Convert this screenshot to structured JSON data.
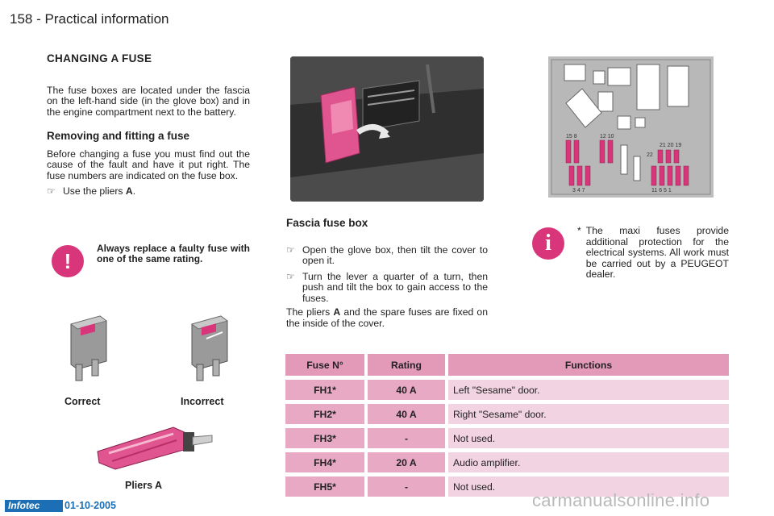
{
  "header": {
    "page_number": "158",
    "separator": " - ",
    "title": "Practical information"
  },
  "changing": {
    "heading": "CHANGING A FUSE",
    "intro": "The fuse boxes are located under the fascia on the left-hand side (in the glove box) and in the engine compartment next to the battery."
  },
  "removing": {
    "heading": "Removing and fitting a fuse",
    "text": "Before changing a fuse you must find out the cause of the fault and have it put right. The fuse numbers are indicated on the fuse box.",
    "bullet_prefix": "Use the pliers ",
    "bullet_bold": "A",
    "bullet_suffix": "."
  },
  "warning": {
    "icon": "!",
    "text": "Always replace a faulty fuse with one of the same rating."
  },
  "captions": {
    "correct": "Correct",
    "incorrect": "Incorrect",
    "pliers": "Pliers A"
  },
  "fascia": {
    "heading": "Fascia fuse box",
    "bullets": [
      "Open the glove box, then tilt the cover to open it.",
      "Turn the lever a quarter of a turn, then push and tilt the box to gain access to the fuses."
    ],
    "pliers_prefix": "The pliers ",
    "pliers_bold": "A",
    "pliers_suffix": " and the spare fuses are fixed on the inside of the cover."
  },
  "note": {
    "icon": "i",
    "star": "*",
    "text": "The maxi fuses provide additional protection for the electrical systems. All work must be carried out by a PEUGEOT dealer."
  },
  "diagram_labels": {
    "top_left": "15 8",
    "top_mid": "12 10",
    "top_right": "21 20 19",
    "mid": "22",
    "bottom_left": "3 4 7",
    "bottom_right": "11 6 5 1"
  },
  "table": {
    "headers": [
      "Fuse N°",
      "Rating",
      "Functions"
    ],
    "rows": [
      {
        "fuse": "FH1*",
        "rating": "40 A",
        "function": "Left \"Sesame\" door."
      },
      {
        "fuse": "FH2*",
        "rating": "40 A",
        "function": "Right \"Sesame\" door."
      },
      {
        "fuse": "FH3*",
        "rating": "-",
        "function": "Not used."
      },
      {
        "fuse": "FH4*",
        "rating": "20 A",
        "function": "Audio amplifier."
      },
      {
        "fuse": "FH5*",
        "rating": "-",
        "function": "Not used."
      }
    ]
  },
  "footer": {
    "logo": "Infotec",
    "date": "01-10-2005",
    "watermark": "carmanualsonline.info"
  },
  "colors": {
    "accent": "#d8357a",
    "table_header": "#e39ab9",
    "table_cell": "#e7a9c4",
    "table_func": "#f2d3e1",
    "footer_blue": "#1c6fb4"
  }
}
